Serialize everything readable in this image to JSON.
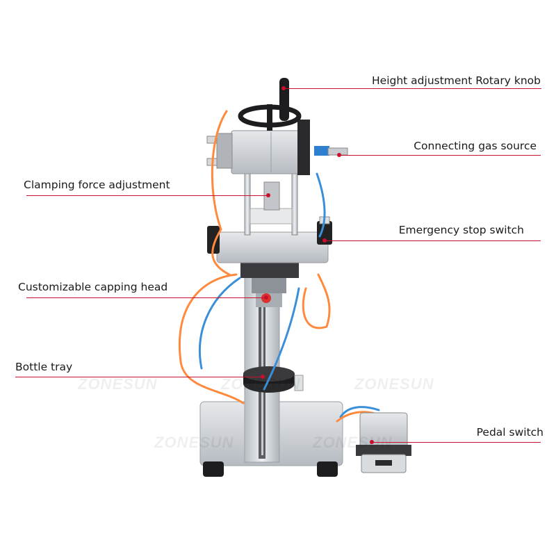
{
  "watermark": "ZONESUN",
  "callouts": [
    {
      "id": "height-knob",
      "text": "Height adjustment Rotary knob"
    },
    {
      "id": "gas-source",
      "text": "Connecting gas source"
    },
    {
      "id": "clamping-force",
      "text": "Clamping force adjustment"
    },
    {
      "id": "emergency-stop",
      "text": "Emergency stop switch"
    },
    {
      "id": "capping-head",
      "text": "Customizable capping head"
    },
    {
      "id": "bottle-tray",
      "text": "Bottle tray"
    },
    {
      "id": "pedal-switch",
      "text": "Pedal switch"
    }
  ],
  "colors": {
    "leader": "#c8102e",
    "tube": "#ff8a3d",
    "tube_blue": "#3a8fd8",
    "frame": "#cfd3d8",
    "dark": "#1d1d1f"
  }
}
